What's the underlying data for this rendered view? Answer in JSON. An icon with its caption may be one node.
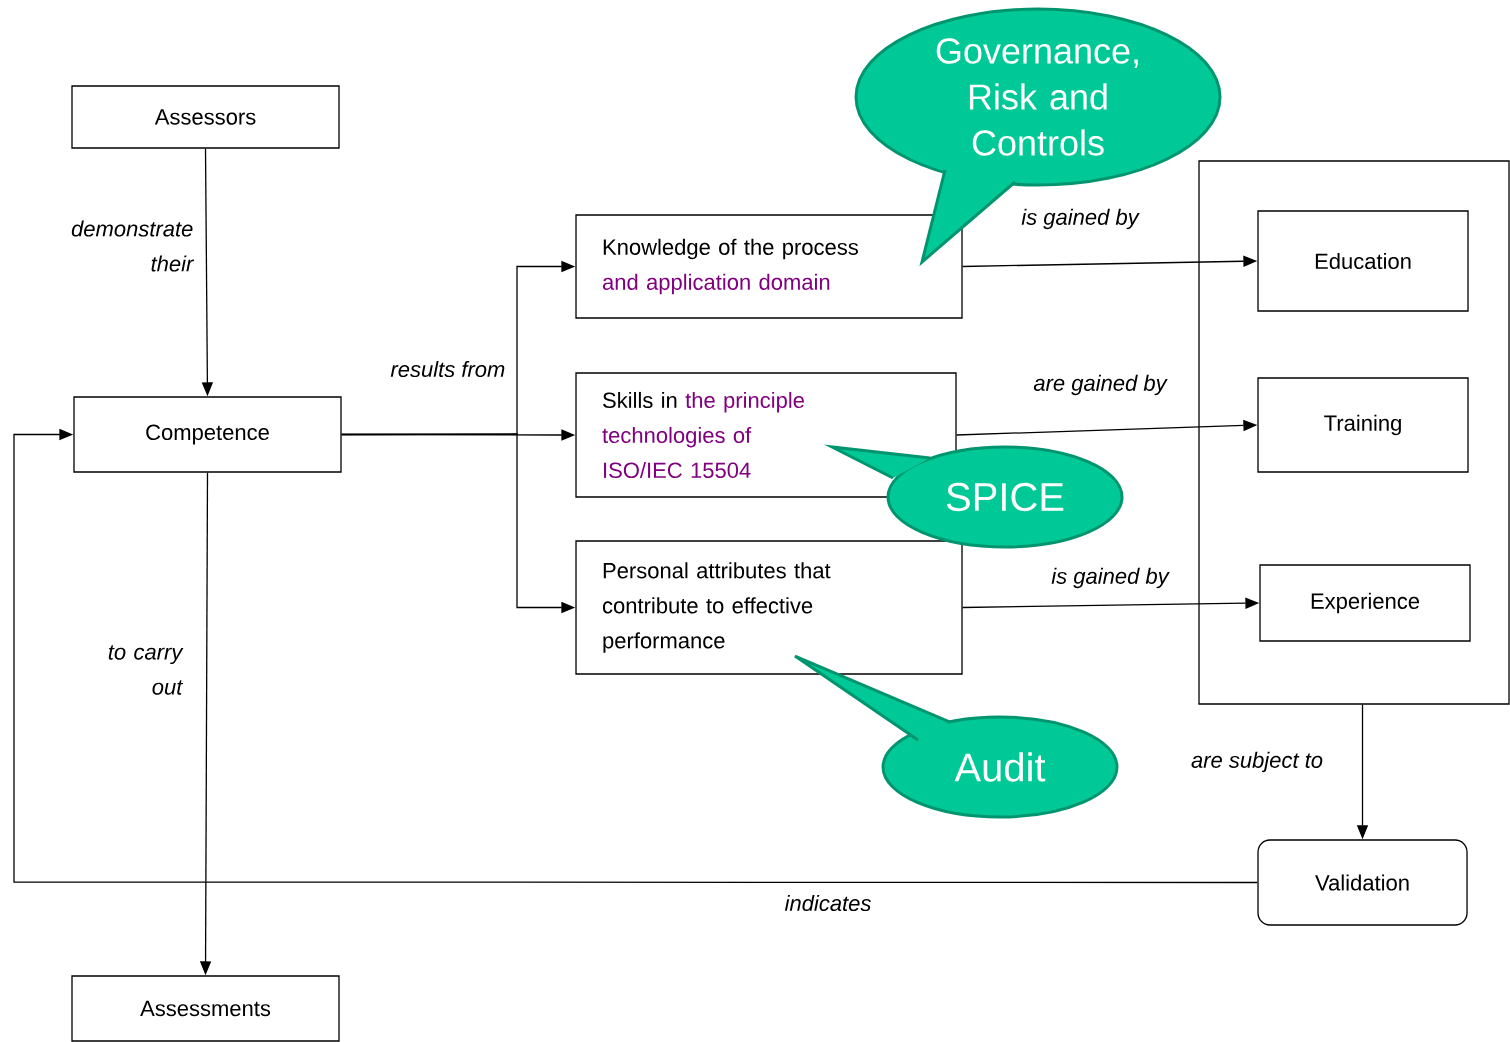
{
  "diagram": {
    "nodes": [
      {
        "text": [
          "Assessors"
        ]
      },
      {
        "text": [
          "Competence"
        ]
      },
      {
        "text": [
          "Knowledge of the process",
          "and application domain"
        ]
      },
      {
        "text": [
          "Skills in",
          "the principle technologies of",
          "ISO/IEC 15504"
        ]
      },
      {
        "text": [
          "Personal attributes that contribute to effective performance"
        ]
      },
      {
        "text": [],
        "shape": "box"
      },
      {
        "text": [
          "Education"
        ],
        "in": 5
      },
      {
        "text": [
          "Training"
        ],
        "in": 5
      },
      {
        "text": [
          "Experience"
        ],
        "in": 5
      },
      {
        "text": [
          "Validation"
        ]
      },
      {
        "text": [
          "Assessments"
        ]
      },
      {
        "text": [
          "Governance, Risk and Controls"
        ]
      },
      {
        "text": [
          "SPICE"
        ]
      },
      {
        "text": [
          "Audit"
        ]
      }
    ],
    "edges": [
      {
        "from": 0,
        "to": 1,
        "arrow": "to",
        "label": "demonstrate their"
      },
      {
        "from": 1,
        "to": 2,
        "arrow": "to",
        "label": "results from"
      },
      {
        "from": 1,
        "to": 3,
        "arrow": "to"
      },
      {
        "from": 1,
        "to": 4,
        "arrow": "to"
      },
      {
        "from": 2,
        "to": 6,
        "arrow": "to",
        "label": "is gained by"
      },
      {
        "from": 3,
        "to": 7,
        "arrow": "to",
        "label": "are gained by"
      },
      {
        "from": 4,
        "to": 8,
        "arrow": "to",
        "label": "is gained by"
      },
      {
        "from": 5,
        "to": 9,
        "arrow": "to",
        "label": "are subject to"
      },
      {
        "from": 9,
        "to": 1,
        "arrow": "to",
        "label": "indicates"
      },
      {
        "from": 1,
        "to": 10,
        "arrow": "to",
        "label": "to carry out"
      }
    ]
  }
}
